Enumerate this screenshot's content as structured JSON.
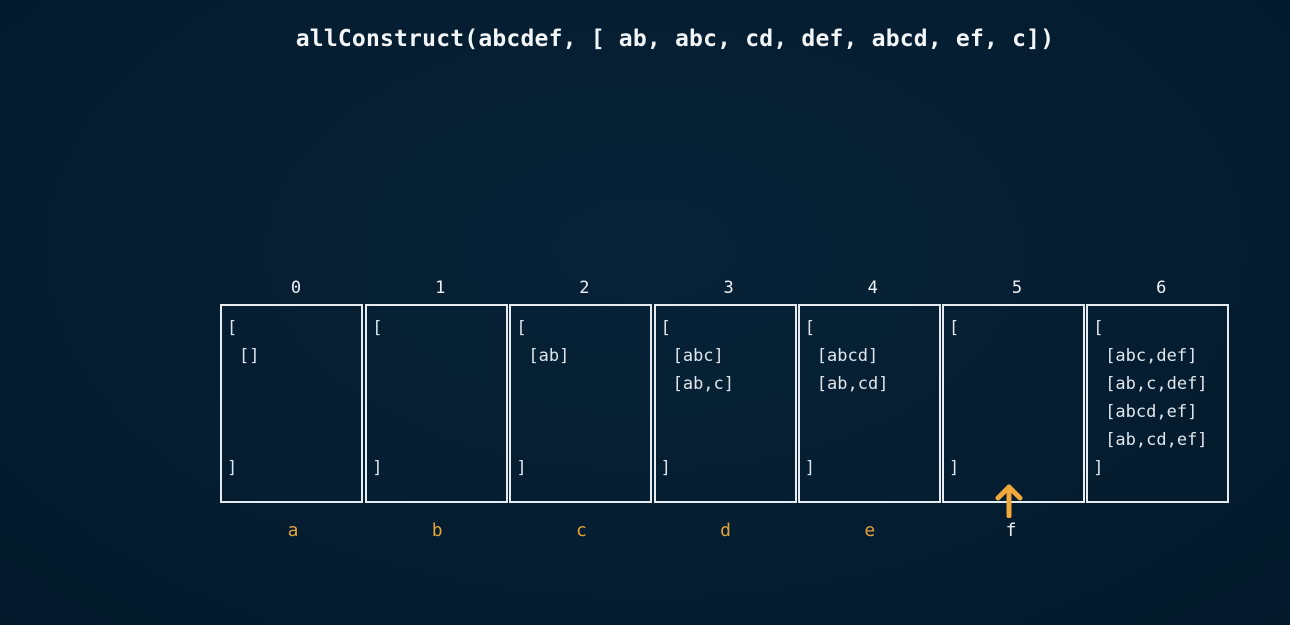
{
  "title": "allConstruct(abcdef, [ ab, abc, cd, def, abcd, ef, c])",
  "open_bracket": "[",
  "close_bracket": "]",
  "cells": [
    {
      "index": "0",
      "letter": "a",
      "entries": [
        "[]"
      ]
    },
    {
      "index": "1",
      "letter": "b",
      "entries": []
    },
    {
      "index": "2",
      "letter": "c",
      "entries": [
        "[ab]"
      ]
    },
    {
      "index": "3",
      "letter": "d",
      "entries": [
        "[abc]",
        "[ab,c]"
      ]
    },
    {
      "index": "4",
      "letter": "e",
      "entries": [
        "[abcd]",
        "[ab,cd]"
      ]
    },
    {
      "index": "5",
      "letter": "f",
      "entries": []
    },
    {
      "index": "6",
      "letter": "",
      "entries": [
        "[abc,def]",
        "[ab,c,def]",
        "[abcd,ef]",
        "[ab,cd,ef]"
      ]
    }
  ],
  "current_index": 5,
  "colors": {
    "background": "#051d30",
    "cell_border": "#e6ebef",
    "letter": "#e3a33b",
    "arrow": "#f2a93b"
  },
  "icons": {
    "pointer": "arrow-up-icon"
  }
}
